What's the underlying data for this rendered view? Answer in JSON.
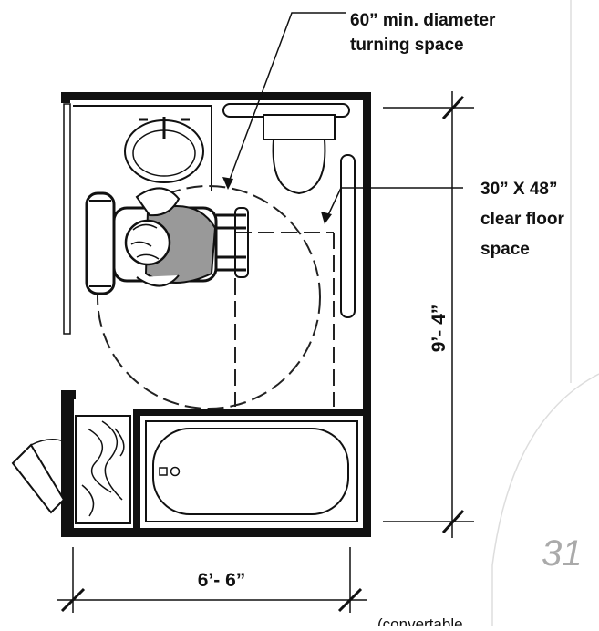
{
  "annotations": {
    "turning_space": [
      "60” min. diameter",
      "turning space"
    ],
    "clear_floor": [
      "30” X  48”",
      "clear floor",
      "space"
    ]
  },
  "dimensions": {
    "height": "9’- 4”",
    "width": "6’- 6”"
  },
  "page_number": "31",
  "footer_text": "(convertable"
}
